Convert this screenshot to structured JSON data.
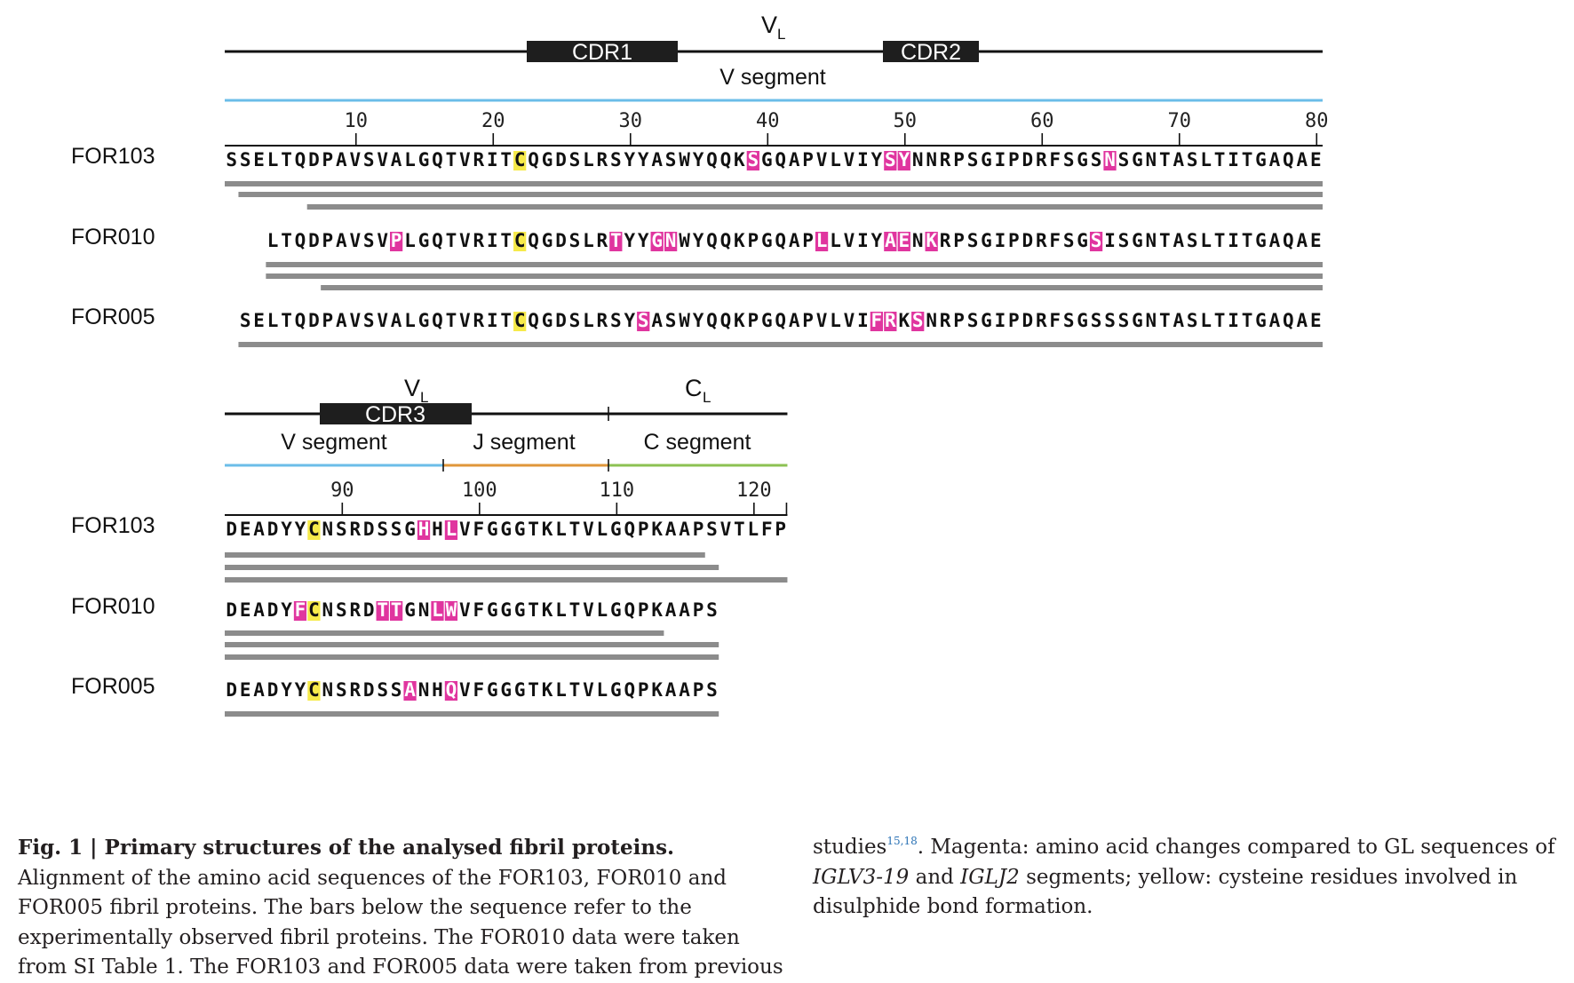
{
  "top_panel": {
    "vl_label": "V",
    "vl_sub": "L",
    "cdr1_label": "CDR1",
    "cdr2_label": "CDR2",
    "v_segment_label": "V segment",
    "ticks": [
      "10",
      "20",
      "30",
      "40",
      "50",
      "60",
      "70",
      "80"
    ],
    "rows": [
      {
        "name": "FOR103",
        "sequence": "SSELTQDPAVSVALGQTVRITCQGDSLRSYYASWYQQKSGQAPVLVIYSYNNRPSGIPDRFSGSNSGNTASLTITGAQAE"
      },
      {
        "name": "FOR010",
        "sequence": "LTQDPAVSVPLGQTVRITCQGDSLRTYYGNWYQQKPGQAPLLVIYAENKRPSGIPDRFSGSISGNTASLTITGAQAE"
      },
      {
        "name": "FOR005",
        "sequence": "SELTQDPAVSVALGQTVRITCQGDSLRSYSASWYQQKPGQAPVLVIFRKSNRPSGIPDRFSGSSSGNTASLTITGAQAE"
      }
    ]
  },
  "bottom_panel": {
    "vl_label": "V",
    "vl_sub": "L",
    "cl_label": "C",
    "cl_sub": "L",
    "cdr3_label": "CDR3",
    "v_segment_label": "V segment",
    "j_segment_label": "J segment",
    "c_segment_label": "C segment",
    "ticks": [
      "90",
      "100",
      "110",
      "120"
    ],
    "rows": [
      {
        "name": "FOR103",
        "sequence": "DEADYYCNSRDSSGHHLVFGGGTKLTVLGQPKAAPSVTLFP"
      },
      {
        "name": "FOR010",
        "sequence": "DEADYFCNSRDTTGNLWVFGGGTKLTVLGQPKAAPS"
      },
      {
        "name": "FOR005",
        "sequence": "DEADYYCNSRDSSANHQVFGGGTKLTVLGQPKAAPS"
      }
    ]
  },
  "colors": {
    "magenta": "#e0359f",
    "yellow": "#f6ea4a",
    "v_segment": "#6bbde8",
    "j_segment": "#e0963a",
    "c_segment": "#8cc152",
    "fibril_bar": "#8c8c8c",
    "cdr_box": "#1e1e1e"
  },
  "caption": {
    "title": "Fig. 1 | Primary structures of the analysed fibril proteins.",
    "text_1": " Alignment of the amino acid sequences of the FOR103, FOR010 and FOR005 fibril proteins. The bars below the sequence refer to the experimentally observed fibril proteins. The FOR010 data were taken from SI Table 1. The FOR103 and FOR005 data were taken from previous studies",
    "refs": "15,18",
    "text_2": ". Magenta: amino acid changes compared to GL sequences of ",
    "gene_1": "IGLV3-19",
    "text_3": " and ",
    "gene_2": "IGLJ2",
    "text_4": " segments; yellow: cysteine residues involved in disulphide bond formation."
  }
}
